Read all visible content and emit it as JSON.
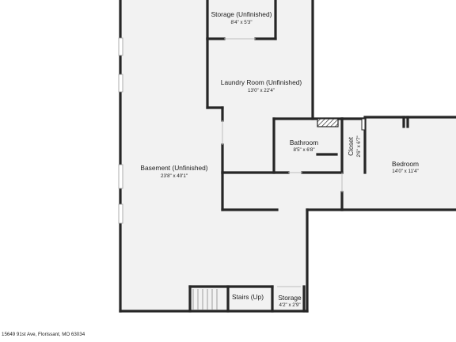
{
  "rooms": {
    "storage_top": {
      "name": "Storage (Unfinished)",
      "dims": "8'4\" x 5'3\""
    },
    "laundry": {
      "name": "Laundry Room (Unfinished)",
      "dims": "13'0\" x 22'4\""
    },
    "basement": {
      "name": "Basement (Unfinished)",
      "dims": "23'8\" x 40'1\""
    },
    "bathroom": {
      "name": "Bathroom",
      "dims": "8'5\" x 6'8\""
    },
    "closet": {
      "name": "Closet",
      "dims": "2'6\" x 6'7\""
    },
    "bedroom": {
      "name": "Bedroom",
      "dims": "14'0\" x 11'4\""
    },
    "stairs": {
      "name": "Stairs (Up)"
    },
    "storage_small": {
      "name": "Storage",
      "dims": "4'2\" x 2'9\""
    }
  },
  "footer": {
    "address": "15649 91st Ave, Florissant, MO 63034"
  },
  "colors": {
    "floor": "#f2f2f2",
    "wall": "#262626",
    "window": "#cfcfcf"
  }
}
